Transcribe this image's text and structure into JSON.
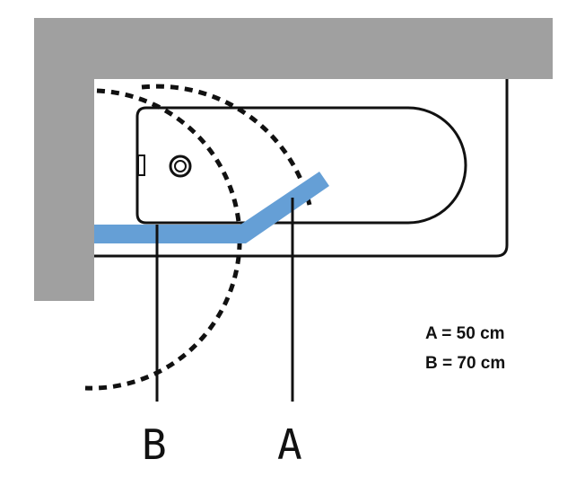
{
  "labels": {
    "a": "A",
    "b": "B"
  },
  "dimensions": {
    "a": "A = 50 cm",
    "b": "B = 70 cm"
  },
  "colors": {
    "wall": "#a0a0a0",
    "screen": "#659fd6",
    "line": "#111111"
  }
}
